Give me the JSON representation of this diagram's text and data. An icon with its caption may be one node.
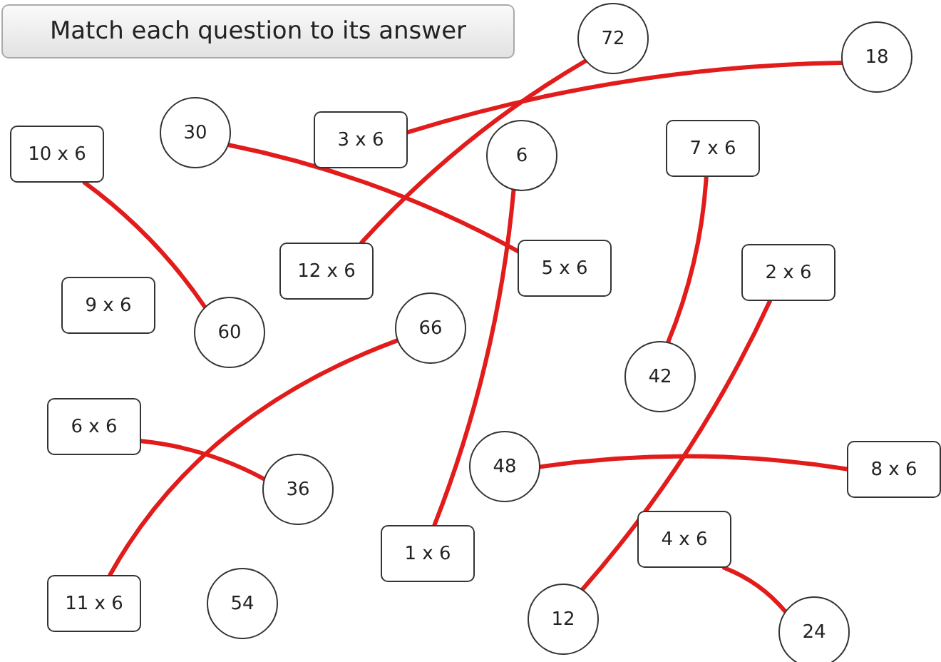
{
  "diagram": {
    "title": "Match each question to its answer",
    "nodes": [
      {
        "text": [
          "72"
        ]
      },
      {
        "text": [
          "18"
        ]
      },
      {
        "text": [
          "10 x 6"
        ]
      },
      {
        "text": [
          "30"
        ]
      },
      {
        "text": [
          "3 x 6"
        ]
      },
      {
        "text": [
          "6"
        ]
      },
      {
        "text": [
          "7 x 6"
        ]
      },
      {
        "text": [
          "12 x 6"
        ]
      },
      {
        "text": [
          "5 x 6"
        ]
      },
      {
        "text": [
          "2 x 6"
        ]
      },
      {
        "text": [
          "9 x 6"
        ]
      },
      {
        "text": [
          "60"
        ]
      },
      {
        "text": [
          "66"
        ]
      },
      {
        "text": [
          "42"
        ]
      },
      {
        "text": [
          "6 x 6"
        ]
      },
      {
        "text": [
          "36"
        ]
      },
      {
        "text": [
          "48"
        ]
      },
      {
        "text": [
          "8 x 6"
        ]
      },
      {
        "text": [
          "4 x 6"
        ]
      },
      {
        "text": [
          "1 x 6"
        ]
      },
      {
        "text": [
          "11 x 6"
        ]
      },
      {
        "text": [
          "54"
        ]
      },
      {
        "text": [
          "12"
        ]
      },
      {
        "text": [
          "24"
        ]
      }
    ],
    "edges": [
      {
        "from": 2,
        "to": 11,
        "arrow": "none"
      },
      {
        "from": 3,
        "to": 8,
        "arrow": "none"
      },
      {
        "from": 4,
        "to": 1,
        "arrow": "none"
      },
      {
        "from": 5,
        "to": 19,
        "arrow": "none"
      },
      {
        "from": 6,
        "to": 13,
        "arrow": "none"
      },
      {
        "from": 7,
        "to": 0,
        "arrow": "none"
      },
      {
        "from": 9,
        "to": 22,
        "arrow": "none"
      },
      {
        "from": 12,
        "to": 20,
        "arrow": "none"
      },
      {
        "from": 14,
        "to": 15,
        "arrow": "none"
      },
      {
        "from": 16,
        "to": 17,
        "arrow": "none"
      },
      {
        "from": 18,
        "to": 23,
        "arrow": "none"
      }
    ]
  }
}
